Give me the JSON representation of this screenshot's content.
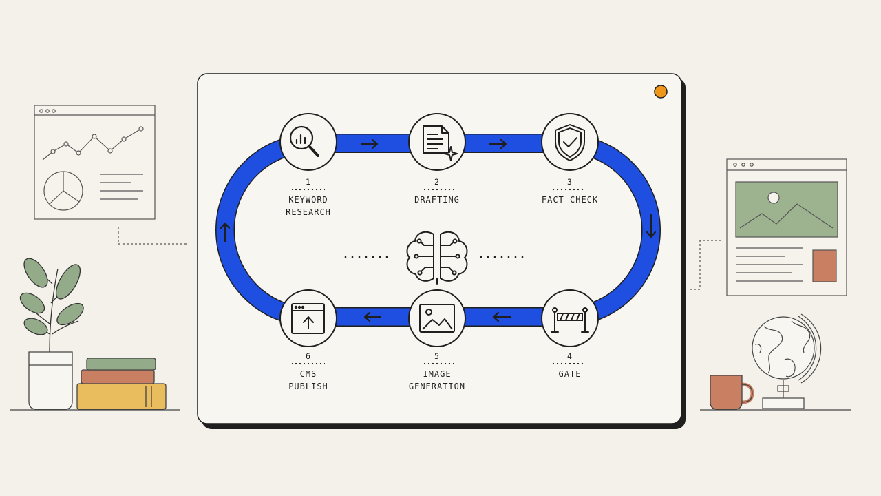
{
  "colors": {
    "background": "#f4f1ea",
    "card": "#f8f6f1",
    "track": "#1f4fe0",
    "ink": "#1f1f1f",
    "accent_dot": "#f0961a",
    "plant_green": "#94ab8a",
    "terracotta": "#c97f62",
    "book_yellow": "#e9bc5e",
    "landscape_green": "#9db38f"
  },
  "steps": [
    {
      "number": "1",
      "lines": [
        "KEYWORD",
        "RESEARCH"
      ],
      "icon": "magnifier-chart-icon"
    },
    {
      "number": "2",
      "lines": [
        "DRAFTING"
      ],
      "icon": "document-sparkle-icon"
    },
    {
      "number": "3",
      "lines": [
        "FACT-CHECK"
      ],
      "icon": "shield-check-icon"
    },
    {
      "number": "4",
      "lines": [
        "GATE"
      ],
      "icon": "barrier-gate-icon"
    },
    {
      "number": "5",
      "lines": [
        "IMAGE",
        "GENERATION"
      ],
      "icon": "image-icon"
    },
    {
      "number": "6",
      "lines": [
        "CMS",
        "PUBLISH"
      ],
      "icon": "browser-upload-icon"
    }
  ],
  "center_icon": "brain-circuit-icon"
}
